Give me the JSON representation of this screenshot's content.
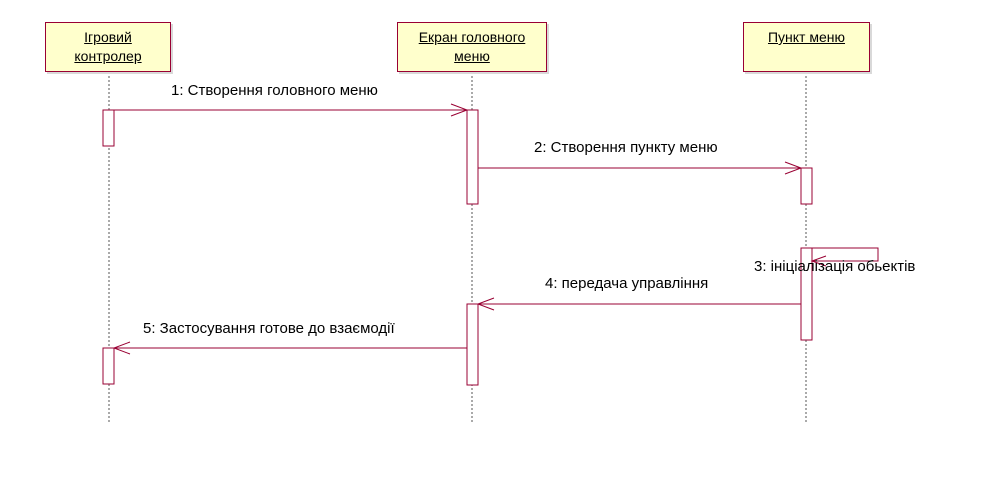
{
  "lifelines": [
    {
      "id": "game-controller",
      "label": "Ігровий \nконтролер"
    },
    {
      "id": "main-menu-screen",
      "label": "Екран головного \nменю"
    },
    {
      "id": "menu-item",
      "label": "Пункт меню"
    }
  ],
  "messages": [
    {
      "label": "1: Створення головного меню",
      "from": "game-controller",
      "to": "main-menu-screen"
    },
    {
      "label": "2: Створення пункту меню",
      "from": "main-menu-screen",
      "to": "menu-item"
    },
    {
      "label": "3: ініціалізація обьектів",
      "from": "menu-item",
      "to": "menu-item"
    },
    {
      "label": "4: передача управління",
      "from": "menu-item",
      "to": "main-menu-screen"
    },
    {
      "label": "5: Застосування готове до взаємодії",
      "from": "main-menu-screen",
      "to": "game-controller"
    }
  ],
  "colors": {
    "line": "#990033",
    "box_fill": "#ffffcc",
    "lifeline": "#555555"
  }
}
